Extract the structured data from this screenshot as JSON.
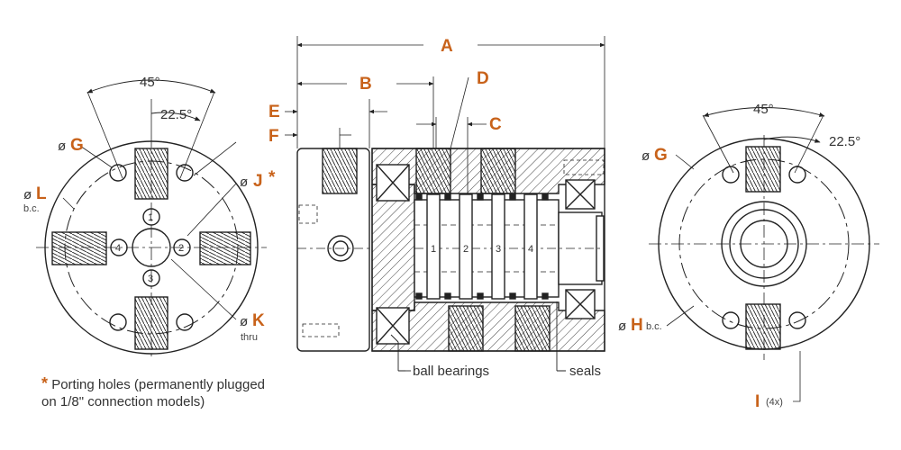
{
  "dims": {
    "A": "A",
    "B": "B",
    "C": "C",
    "D": "D",
    "E": "E",
    "F": "F",
    "G_left": "G",
    "G_right": "G",
    "H": "H",
    "I": "I",
    "J": "J",
    "K": "K",
    "L": "L"
  },
  "symbols": {
    "diameter": "ø",
    "asterisk": "*"
  },
  "angles": {
    "left_45": "45°",
    "left_22_5": "22.5°",
    "right_45": "45°",
    "right_22_5": "22.5°"
  },
  "captions": {
    "bc_left": "b.c.",
    "bc_right": "b.c.",
    "thru": "thru",
    "count_4x": "(4x)",
    "ball_bearings": "ball bearings",
    "seals": "seals"
  },
  "port_numbers": {
    "left_view": [
      "1",
      "2",
      "3",
      "4"
    ],
    "section_view": [
      "1",
      "2",
      "3",
      "4"
    ]
  },
  "footnote": {
    "mark": "*",
    "line1": "Porting holes (permanently plugged",
    "line2": "on 1/8\" connection models)"
  }
}
